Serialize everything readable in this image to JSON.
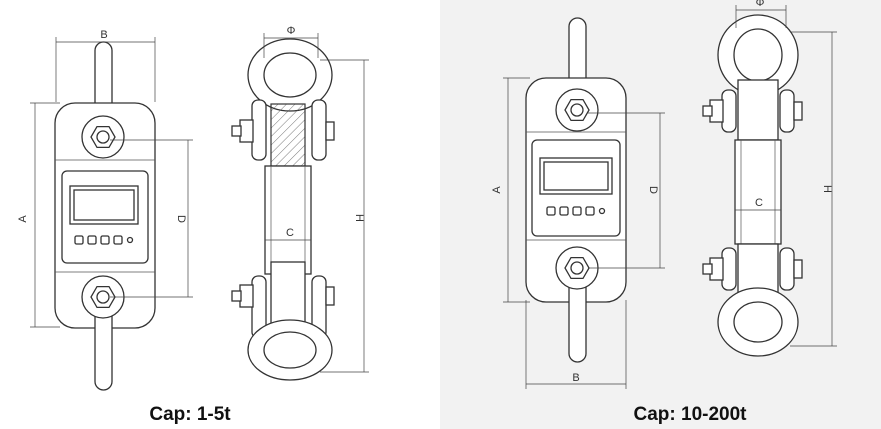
{
  "diagrams": [
    {
      "caption": "Cap: 1-5t",
      "labels": {
        "A": "A",
        "B": "B",
        "C": "C",
        "D": "D",
        "H": "H",
        "phi": "Φ"
      }
    },
    {
      "caption": "Cap: 10-200t",
      "labels": {
        "A": "A",
        "B": "B",
        "C": "C",
        "D": "D",
        "H": "H",
        "phi": "Φ"
      }
    }
  ]
}
